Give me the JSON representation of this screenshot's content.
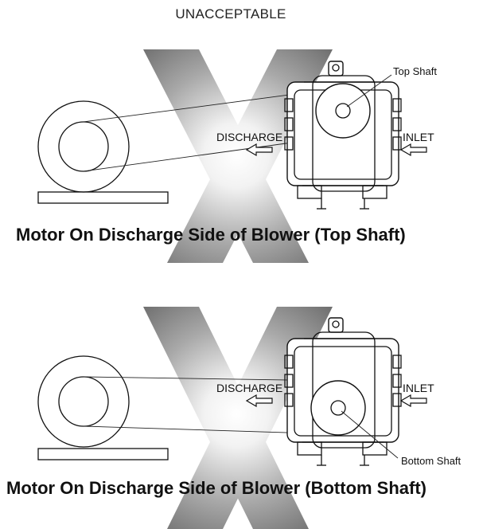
{
  "heading": "UNACCEPTABLE",
  "panels": [
    {
      "caption": "Motor On Discharge Side of Blower (Top Shaft)",
      "discharge_label": "DISCHARGE",
      "inlet_label": "INLET",
      "shaft_label": "Top Shaft",
      "shaft_position": "top"
    },
    {
      "caption": "Motor On Discharge Side of Blower (Bottom Shaft)",
      "discharge_label": "DISCHARGE",
      "inlet_label": "INLET",
      "shaft_label": "Bottom Shaft",
      "shaft_position": "bottom"
    }
  ],
  "colors": {
    "x_mark": "#777777",
    "line": "#111111"
  }
}
